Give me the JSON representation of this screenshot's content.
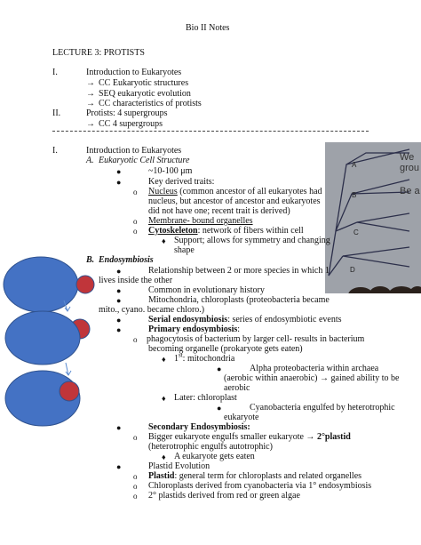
{
  "header": {
    "title": "Bio II Notes"
  },
  "outline": {
    "lecture": "LECTURE 3: PROTISTS",
    "i_num": "I.",
    "i_text": "Introduction to Eukaryotes",
    "i_sub": [
      "CC Eukaryotic structures",
      "SEQ eukaryotic evolution",
      "CC characteristics of protists"
    ],
    "ii_num": "II.",
    "ii_text": "Protists: 4 supergroups",
    "ii_sub": [
      "CC 4 supergroups"
    ]
  },
  "notes": {
    "i_num": "I.",
    "i_heading": "Introduction to Eukaryotes",
    "a_label": "A.",
    "a_heading": "Eukaryotic Cell Structure",
    "size": "~10-100 μm",
    "key_traits": "Key derived traits:",
    "nucleus_term": "Nucleus",
    "nucleus_rest_1": " (common ancestor of all eukaryotes had",
    "nucleus_rest_2": "nucleus, but ancestor of ancestor and eukaryotes",
    "nucleus_rest_3": "did not have one; recent trait is derived)",
    "membrane_term": "Membrane- bound organelles",
    "cyto_term": "Cytoskeleton",
    "cyto_rest": ": network of fibers within cell",
    "support_1": "Support; allows for symmetry and changing",
    "support_2": "shape",
    "b_label": "B.",
    "b_heading": "Endosymbiosis",
    "rel_1": "Relationship between 2 or more species in which 1",
    "rel_2": "lives inside the other",
    "common": "Common in evolutionary history",
    "mito_1": "Mitochondria, chloroplasts (proteobacteria became",
    "mito_2": "mito., cyano. became chloro.)",
    "serial_term": "Serial endosymbiosis",
    "serial_rest": ": series of endosymbiotic events",
    "primary_term": "Primary endosymbiosis",
    "primary_colon": ":",
    "phago_1": " phagocytosis of bacterium by larger cell- results in bacterium",
    "phago_2": "becoming organelle (prokaryote gets eaten)",
    "first_num": "1",
    "first_sup": "st",
    "first_rest": ": mitochondria",
    "alpha_1": "Alpha proteobacteria within archaea",
    "alpha_2": "(aerobic within anaerobic) → gained ability to be",
    "alpha_3": "aerobic",
    "later": "Later: chloroplast",
    "cyano_1": "Cyanobacteria engulfed by heterotrophic",
    "cyano_2": "eukaryote",
    "secondary_term": "Secondary Endosymbiosis:",
    "bigger_1": "Bigger eukaryote engulfs smaller eukaryote → ",
    "bigger_2": "2°plastid",
    "hetero": "(heterotrophic engulfs autotrophic)",
    "akary": "A eukaryote gets eaten",
    "plastid_evo": "Plastid Evolution",
    "plastid_term": "Plastid",
    "plastid_rest": ": general term for chloroplasts and related organelles",
    "chloro_derived": "Chloroplasts derived from cyanobacteria via 1° endosymbiosis",
    "second_plastid": "2° plastids derived from red or green algae"
  },
  "glyphs": {
    "arrow": "→",
    "disc": "●",
    "circle": "o",
    "diamond": "♦"
  },
  "photo": {
    "labels": [
      "A",
      "B",
      "C",
      "D"
    ],
    "slide_text_1": "We",
    "slide_text_2": "grou",
    "slide_text_3": "Be a"
  },
  "colors": {
    "cell_blue": "#4472c4",
    "cell_red": "#c0353a",
    "cell_outline": "#2f528f",
    "arrow_blue": "#5b8bd0"
  }
}
